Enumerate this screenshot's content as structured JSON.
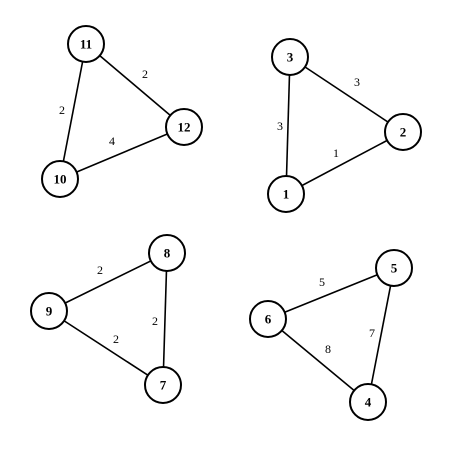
{
  "graph": {
    "nodes": [
      "1",
      "2",
      "3",
      "4",
      "5",
      "6",
      "7",
      "8",
      "9",
      "10",
      "11",
      "12"
    ],
    "edges": [
      {
        "from": "11",
        "to": "12",
        "weight": "2"
      },
      {
        "from": "11",
        "to": "10",
        "weight": "2"
      },
      {
        "from": "10",
        "to": "12",
        "weight": "4"
      },
      {
        "from": "3",
        "to": "2",
        "weight": "3"
      },
      {
        "from": "3",
        "to": "1",
        "weight": "3"
      },
      {
        "from": "1",
        "to": "2",
        "weight": "1"
      },
      {
        "from": "9",
        "to": "8",
        "weight": "2"
      },
      {
        "from": "8",
        "to": "7",
        "weight": "2"
      },
      {
        "from": "9",
        "to": "7",
        "weight": "2"
      },
      {
        "from": "6",
        "to": "5",
        "weight": "5"
      },
      {
        "from": "5",
        "to": "4",
        "weight": "7"
      },
      {
        "from": "6",
        "to": "4",
        "weight": "8"
      }
    ],
    "colors": {
      "stroke": "#000000",
      "node_fill": "#ffffff",
      "background": "#ffffff"
    }
  }
}
